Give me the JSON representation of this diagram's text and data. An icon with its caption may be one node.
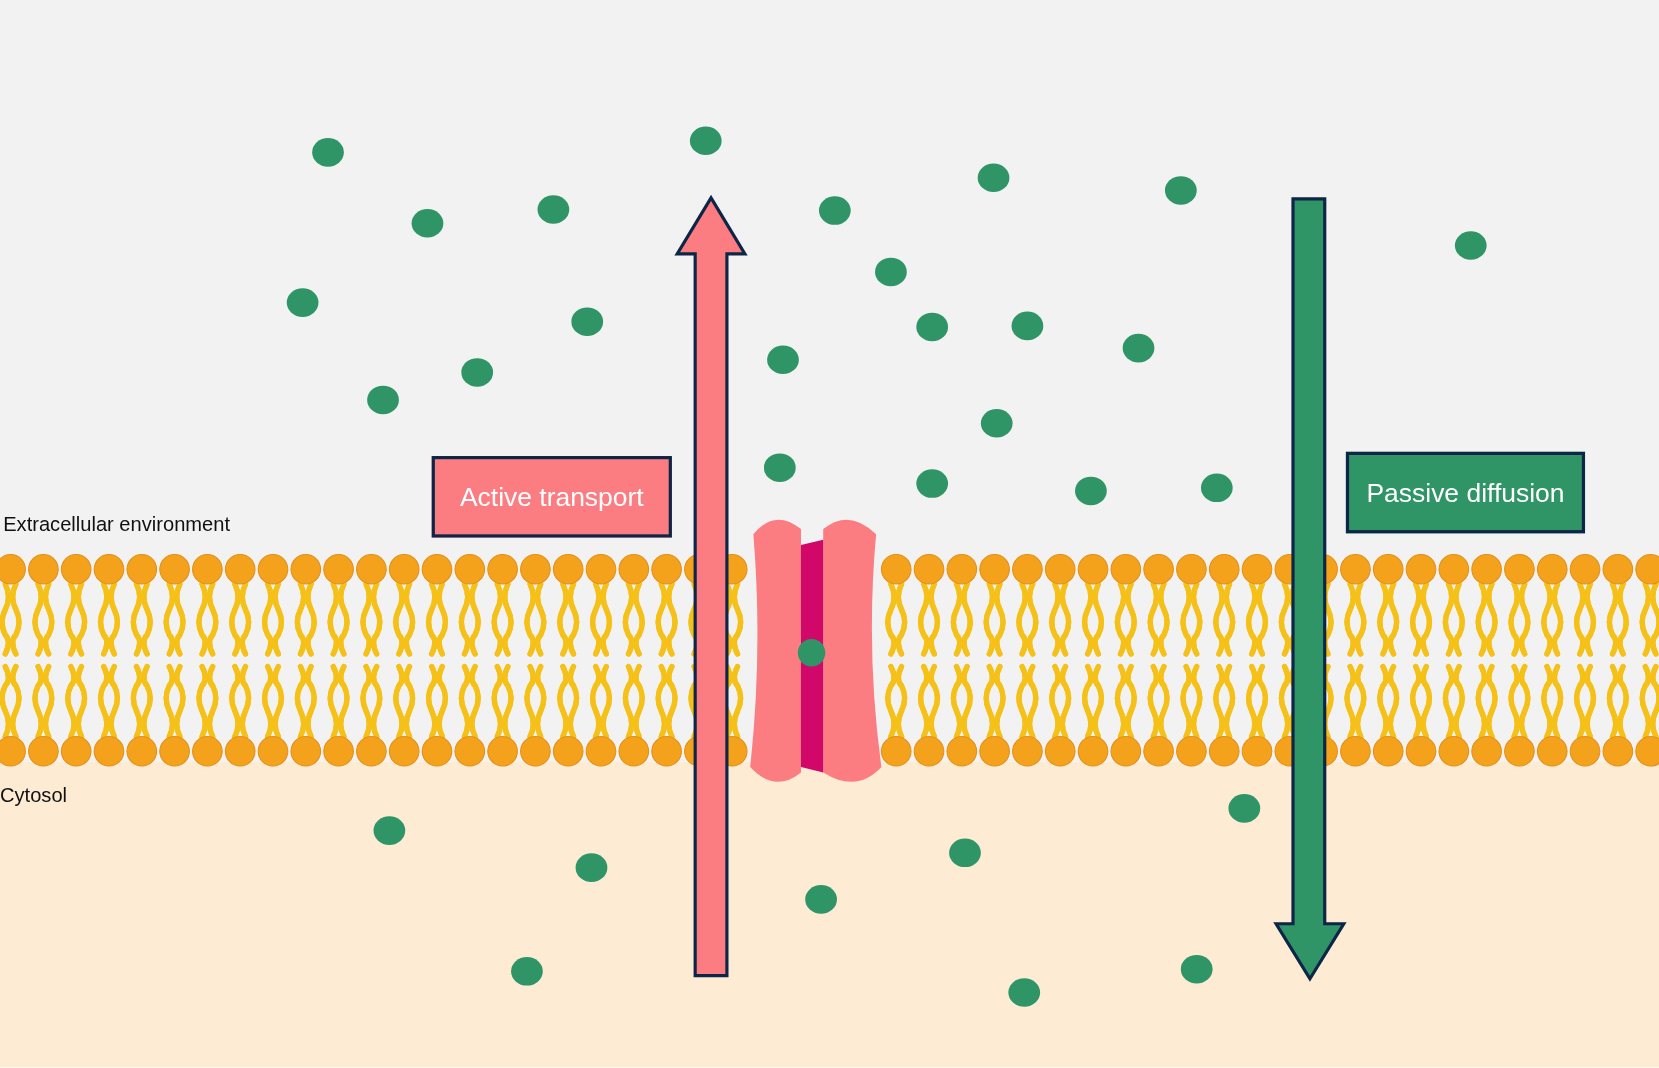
{
  "diagram": {
    "nodes": [
      {
        "text": [
          "Active transport"
        ]
      },
      {
        "text": [
          "Passive diffusion"
        ]
      }
    ],
    "labels": [
      "Extracellular environment",
      "Cytosol"
    ]
  }
}
